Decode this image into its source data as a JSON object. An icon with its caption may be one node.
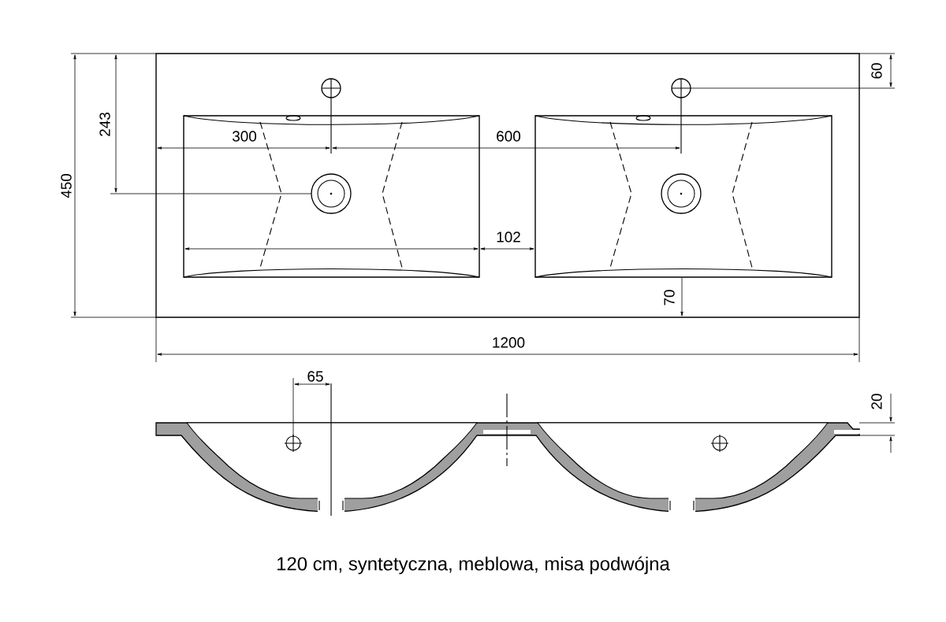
{
  "diagram": {
    "caption": "120 cm, syntetyczna, meblowa, misa podwójna",
    "labels": [
      "60",
      "243",
      "300",
      "600",
      "450",
      "102",
      "70",
      "1200",
      "65",
      "20"
    ]
  }
}
